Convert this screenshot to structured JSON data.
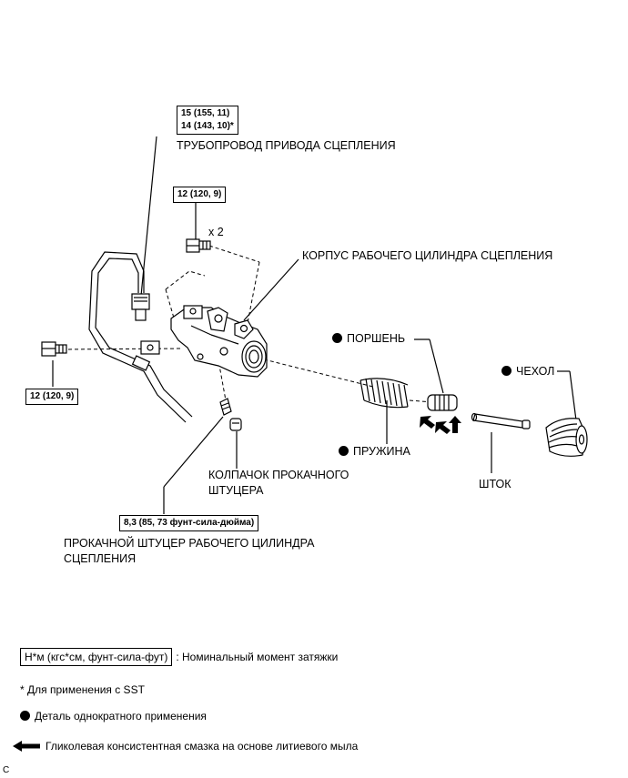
{
  "torque_boxes": {
    "clutch_line": [
      "15 (155, 11)",
      "14 (143, 10)*"
    ],
    "housing_bolts": "12 (120, 9)",
    "left_bolt": "12 (120, 9)",
    "bleeder_plug": "8,3 (85, 73 фунт-сила-дюйма)"
  },
  "quantity_label": "x 2",
  "parts": {
    "clutch_line": "ТРУБОПРОВОД ПРИВОДА СЦЕПЛЕНИЯ",
    "release_cylinder": "КОРПУС РАБОЧЕГО ЦИЛИНДРА СЦЕПЛЕНИЯ",
    "piston": "ПОРШЕНЬ",
    "boot": "ЧЕХОЛ",
    "spring": "ПРУЖИНА",
    "push_rod": "ШТОК",
    "bleeder_cap": [
      "КОЛПАЧОК ПРОКАЧНОГО",
      "ШТУЦЕРА"
    ],
    "bleeder_plug": [
      "ПРОКАЧНОЙ ШТУЦЕР РАБОЧЕГО ЦИЛИНДРА",
      "СЦЕПЛЕНИЯ"
    ]
  },
  "legend": {
    "torque_unit": "Н*м (кгс*см, фунт-сила-фут)",
    "torque_desc": ": Номинальный момент затяжки",
    "sst_note": "* Для применения с SST",
    "non_reusable": "Деталь однократного применения",
    "grease": "Гликолевая консистентная смазка на основе литиевого мыла"
  },
  "corner_mark": "C"
}
